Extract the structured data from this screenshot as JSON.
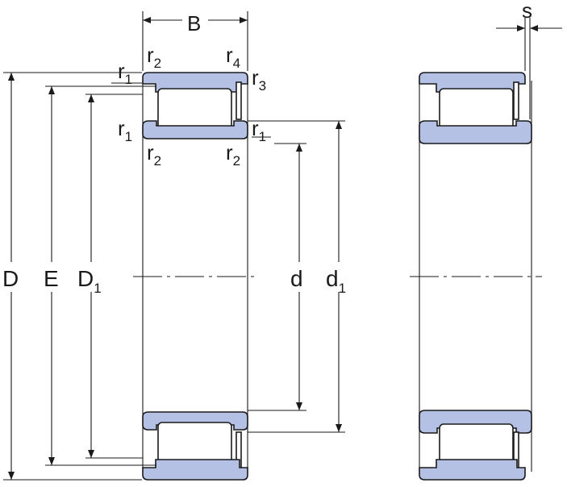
{
  "colors": {
    "ring": "#b4c0e4",
    "roller": "#ffffff",
    "line": "#1a1a1a",
    "background": "#ffffff"
  },
  "labels": {
    "B": "B",
    "s": "s",
    "D": "D",
    "E": "E",
    "D1_main": "D",
    "D1_sub": "1",
    "d": "d",
    "d1_main": "d",
    "d1_sub": "1",
    "r": "r",
    "sub_1": "1",
    "sub_2": "2",
    "sub_3": "3",
    "sub_4": "4"
  }
}
